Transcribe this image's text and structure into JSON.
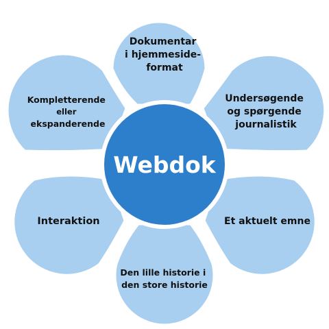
{
  "colors": {
    "petal_fill": "#a9cff0",
    "petal_stroke": "#ffffff",
    "center_fill": "#2e7fcb",
    "center_ring": "#ffffff"
  },
  "center": {
    "label": "Webdok"
  },
  "petals": [
    {
      "lines": [
        "Dokumentar",
        "i hjemmeside-",
        "format"
      ]
    },
    {
      "lines": [
        "Undersøgende",
        "og spørgende",
        "journalistik"
      ]
    },
    {
      "lines": [
        "Et aktuelt emne"
      ]
    },
    {
      "lines": [
        "Den lille historie i",
        "den store historie"
      ]
    },
    {
      "lines": [
        "Interaktion"
      ]
    },
    {
      "lines": [
        "Kompletterende",
        "eller",
        "ekspanderende"
      ]
    }
  ]
}
